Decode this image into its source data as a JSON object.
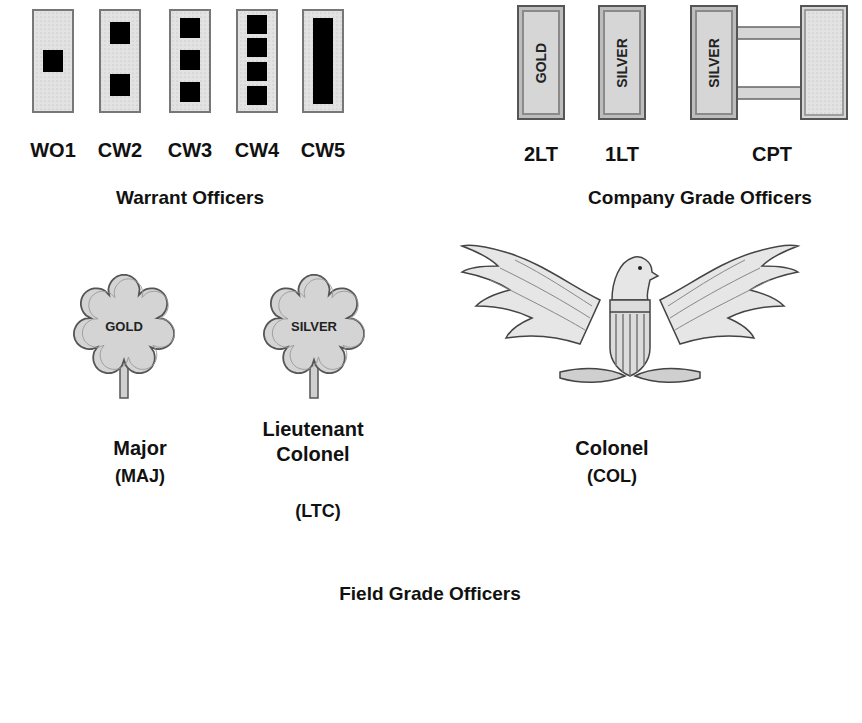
{
  "diagram": {
    "nodes": [
      {
        "text": [
          "GOLD"
        ]
      },
      {
        "text": [
          "SILVER"
        ]
      },
      {
        "text": [
          "SILVER"
        ]
      },
      {
        "text": [
          "GOLD"
        ]
      },
      {
        "text": [
          "SILVER"
        ]
      }
    ],
    "labels": [
      "WO1",
      "CW2",
      "CW3",
      "CW4",
      "CW5",
      "Warrant Officers",
      "2LT",
      "1LT",
      "CPT",
      "Company Grade Officers",
      "Major",
      "(MAJ)",
      "Lieutenant Colonel",
      "(LTC)",
      "Colonel",
      "(COL)",
      "Field Grade Officers"
    ]
  }
}
